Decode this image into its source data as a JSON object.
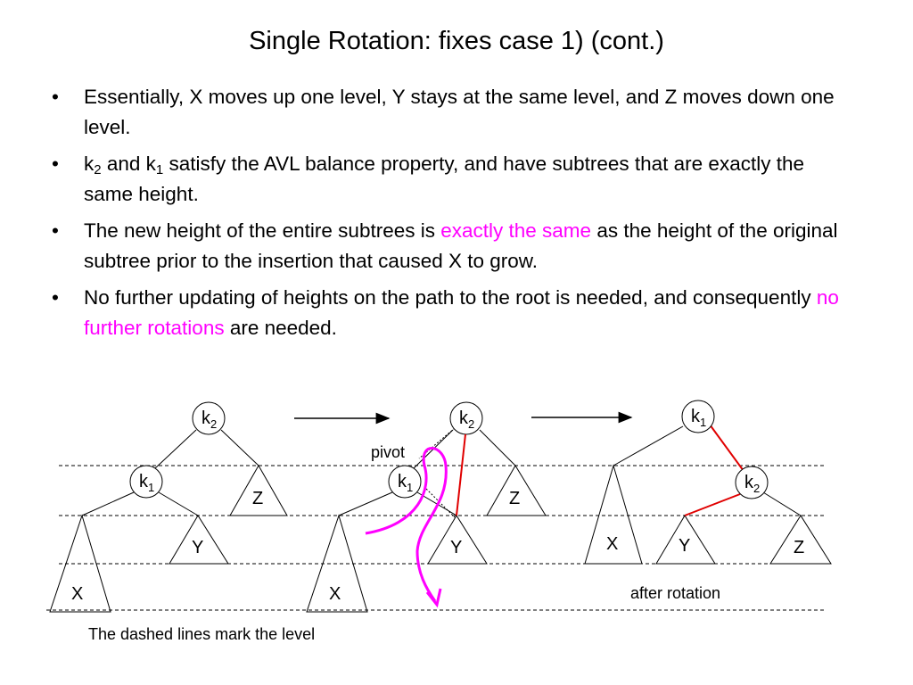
{
  "slide": {
    "title": "Single Rotation: fixes case 1) (cont.)"
  },
  "bullets": {
    "b1": {
      "text": "Essentially, X moves up one level, Y stays at the same level, and Z moves down one level."
    },
    "b2": {
      "k": "k",
      "k2_sub": "2",
      "and_k": " and k",
      "k1_sub": "1",
      "rest": " satisfy the AVL balance property, and have subtrees that are exactly the same height."
    },
    "b3": {
      "pre": "The new height of the entire subtrees is ",
      "hl": "exactly the same",
      "post": " as the height of the original subtree prior to the insertion that caused X to grow."
    },
    "b4": {
      "pre": "No further updating of heights on the path to the root is needed, and consequently ",
      "hl": "no further rotations",
      "post": " are needed."
    },
    "marker": "•"
  },
  "diagram": {
    "node_base": "k",
    "sub_1": "1",
    "sub_2": "2",
    "subtree_x": "X",
    "subtree_y": "Y",
    "subtree_z": "Z",
    "pivot_label": "pivot",
    "after_label": "after rotation",
    "caption": "The dashed lines mark the level",
    "colors": {
      "highlight": "#ff00ff",
      "rotated_edge": "#e00000",
      "ink": "#000000"
    }
  }
}
